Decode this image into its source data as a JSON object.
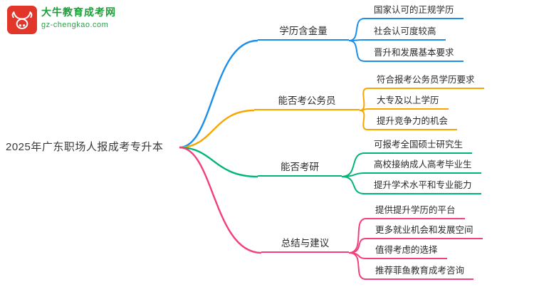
{
  "brand": {
    "name": "大牛教育成考网",
    "domain": "gz-chengkao.com"
  },
  "root": {
    "label": "2025年广东职场人报成考专升本"
  },
  "colors": {
    "blue": "#1e8fe8",
    "orange": "#f7a600",
    "green": "#00b578",
    "pink": "#f3407c",
    "logo_red": "#e2362b",
    "brand_green": "#1f9d3a"
  },
  "branches": [
    {
      "label": "学历含金量",
      "color": "#1e8fe8",
      "children": [
        "国家认可的正规学历",
        "社会认可度较高",
        "晋升和发展基本要求"
      ]
    },
    {
      "label": "能否考公务员",
      "color": "#f7a600",
      "children": [
        "符合报考公务员学历要求",
        "大专及以上学历",
        "提升竞争力的机会"
      ]
    },
    {
      "label": "能否考研",
      "color": "#00b578",
      "children": [
        "可报考全国硕士研究生",
        "高校接纳成人高考毕业生",
        "提升学术水平和专业能力"
      ]
    },
    {
      "label": "总结与建议",
      "color": "#f3407c",
      "children": [
        "提供提升学历的平台",
        "更多就业机会和发展空间",
        "值得考虑的选择",
        "推荐菲鱼教育成考咨询"
      ]
    }
  ]
}
